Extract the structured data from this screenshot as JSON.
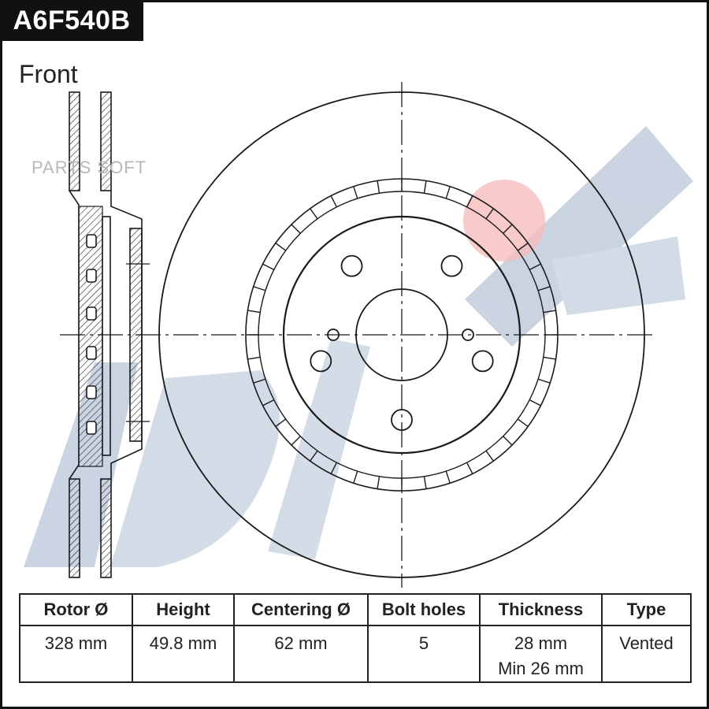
{
  "header": {
    "part_number": "A6F540B"
  },
  "view": {
    "label": "Front"
  },
  "watermark": {
    "brand": "ADVICS",
    "overlay_text": "PARTS SOFT",
    "brand_color": "#b9c6d8",
    "accent_color": "#f08a8a"
  },
  "drawing": {
    "bolt_hole_count": 5,
    "vented": true
  },
  "specs": {
    "headers": [
      "Rotor Ø",
      "Height",
      "Centering Ø",
      "Bolt holes",
      "Thickness",
      "Type"
    ],
    "values": [
      "328 mm",
      "49.8 mm",
      "62 mm",
      "5",
      "28 mm",
      "Vented"
    ],
    "thickness_min": "Min 26 mm"
  },
  "colors": {
    "line": "#1a1a1a",
    "background": "#ffffff"
  }
}
